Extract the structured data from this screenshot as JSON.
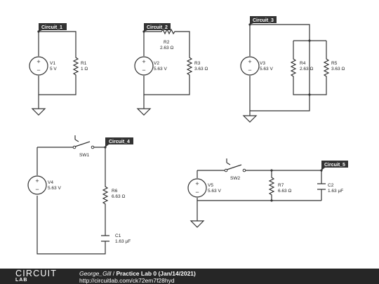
{
  "circuit_tags": {
    "c1": "Circuit_1",
    "c2": "Circuit_2",
    "c3": "Circuit_3",
    "c4": "Circuit_4",
    "c5": "Circuit_5"
  },
  "components": {
    "v1": {
      "name": "V1",
      "value": "5 V"
    },
    "r1": {
      "name": "R1",
      "value": "1 Ω"
    },
    "v2": {
      "name": "V2",
      "value": "5.63 V"
    },
    "r2": {
      "name": "R2",
      "value": "2.63 Ω"
    },
    "r3": {
      "name": "R3",
      "value": "3.63 Ω"
    },
    "v3": {
      "name": "V3",
      "value": "5.63 V"
    },
    "r4": {
      "name": "R4",
      "value": "2.63 Ω"
    },
    "r5": {
      "name": "R5",
      "value": "3.63 Ω"
    },
    "v4": {
      "name": "V4",
      "value": "5.63 V"
    },
    "sw1": {
      "name": "SW1"
    },
    "r6": {
      "name": "R6",
      "value": "6.63 Ω"
    },
    "c1": {
      "name": "C1",
      "value": "1.63 µF"
    },
    "v5": {
      "name": "V5",
      "value": "5.63 V"
    },
    "sw2": {
      "name": "SW2"
    },
    "r7": {
      "name": "R7",
      "value": "6.63 Ω"
    },
    "c2": {
      "name": "C2",
      "value": "1.63 µF"
    }
  },
  "footer": {
    "logo_top": "CIRCUIT",
    "logo_bottom": "LAB",
    "author": "George_Gill",
    "separator": " / ",
    "title": "Practice Lab 0 (Jan/14/2021)",
    "url": "http://circuitlab.com/ck72em7f28hyd"
  }
}
